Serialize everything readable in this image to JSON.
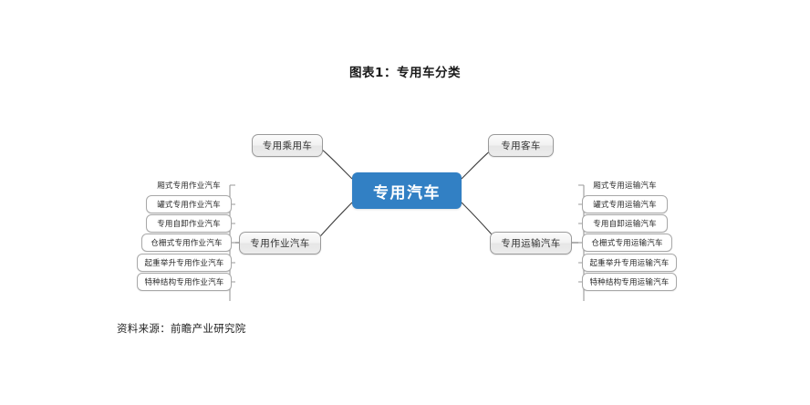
{
  "title": "图表1：专用车分类",
  "source": "资料来源：前瞻产业研究院",
  "colors": {
    "root_fill": "#3280c4",
    "root_text": "#ffffff",
    "branch_border": "#9a9a9a",
    "leaf_border": "#a8a8a8",
    "link_stroke": "#3d3d3d",
    "bracket_stroke": "#9a9a9a",
    "title_text": "#1a1a1a"
  },
  "root": {
    "label": "专用汽车"
  },
  "branches": [
    {
      "id": "passenger",
      "label": "专用乘用车",
      "side": "left",
      "position": "top",
      "leaves": []
    },
    {
      "id": "bus",
      "label": "专用客车",
      "side": "right",
      "position": "top",
      "leaves": []
    },
    {
      "id": "operation",
      "label": "专用作业汽车",
      "side": "left",
      "position": "bottom",
      "leaves": [
        "厢式专用作业汽车",
        "罐式专用作业汽车",
        "专用自卸作业汽车",
        "仓栅式专用作业汽车",
        "起重举升专用作业汽车",
        "特种结构专用作业汽车"
      ]
    },
    {
      "id": "transport",
      "label": "专用运输汽车",
      "side": "right",
      "position": "bottom",
      "leaves": [
        "厢式专用运输汽车",
        "罐式专用运输汽车",
        "专用自卸运输汽车",
        "仓栅式专用运输汽车",
        "起重举升专用运输汽车",
        "特种结构专用运输汽车"
      ]
    }
  ]
}
